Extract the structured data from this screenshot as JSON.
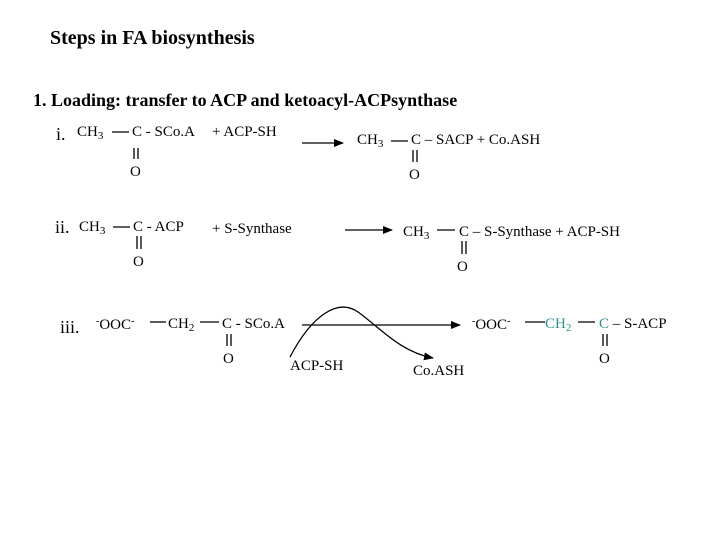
{
  "slide": {
    "title": "Steps in FA biosynthesis",
    "subtitle": "1. Loading: transfer to ACP and ketoacyl-ACPsynthase"
  },
  "step_i": {
    "numeral": "i.",
    "reactant_ch": "CH",
    "reactant_sub": "3",
    "reactant_group": "C - SCo.A",
    "reactant_o": "O",
    "reagent": "+  ACP-SH",
    "product_ch": "CH",
    "product_sub": "3",
    "product_group": "C – SACP  +  Co.ASH",
    "product_o": "O"
  },
  "step_ii": {
    "numeral": "ii.",
    "reactant_ch": "CH",
    "reactant_sub": "3",
    "reactant_group": "C - ACP",
    "reactant_o": "O",
    "reagent": "+  S-Synthase",
    "product_ch": "CH",
    "product_sub": "3",
    "product_group": "C – S-Synthase  +  ACP-SH",
    "product_o": "O"
  },
  "step_iii": {
    "numeral": "iii.",
    "charge": "-",
    "ooc": "OOC",
    "charge_after": "-",
    "ch2": "CH",
    "ch2_sub": "2",
    "group": "C - SCo.A",
    "reactant_o": "O",
    "enzyme_in": "ACP-SH",
    "enzyme_out": "Co.ASH",
    "product_charge": "-",
    "product_ooc": "OOC",
    "product_charge_after": "-",
    "product_ch2": "CH",
    "product_ch2_sub": "2",
    "product_c": "C",
    "product_tail": "– S-ACP",
    "product_o": "O"
  },
  "colors": {
    "teal": "#2e8f8f",
    "text": "#000000"
  }
}
